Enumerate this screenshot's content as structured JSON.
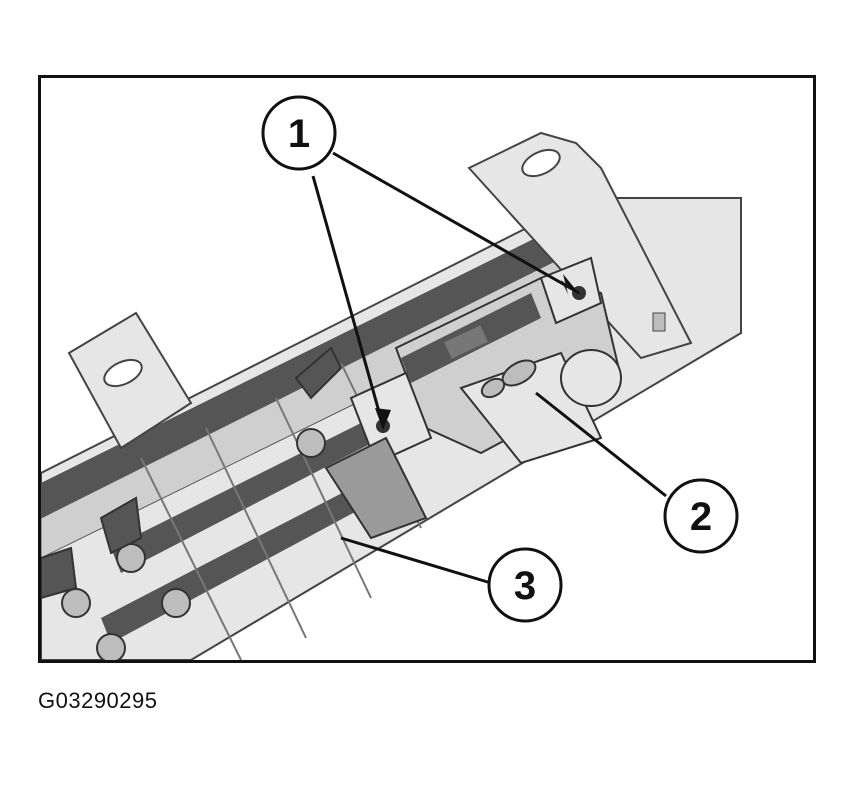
{
  "figure": {
    "caption": "G03290295",
    "callouts": [
      {
        "id": "1",
        "label": "1"
      },
      {
        "id": "2",
        "label": "2"
      },
      {
        "id": "3",
        "label": "3"
      }
    ]
  },
  "colors": {
    "frame": "#111111",
    "part_light": "#e6e6e6",
    "part_mid": "#bdbdbd",
    "part_dark": "#555555",
    "shadow": "#7a7a7a"
  }
}
